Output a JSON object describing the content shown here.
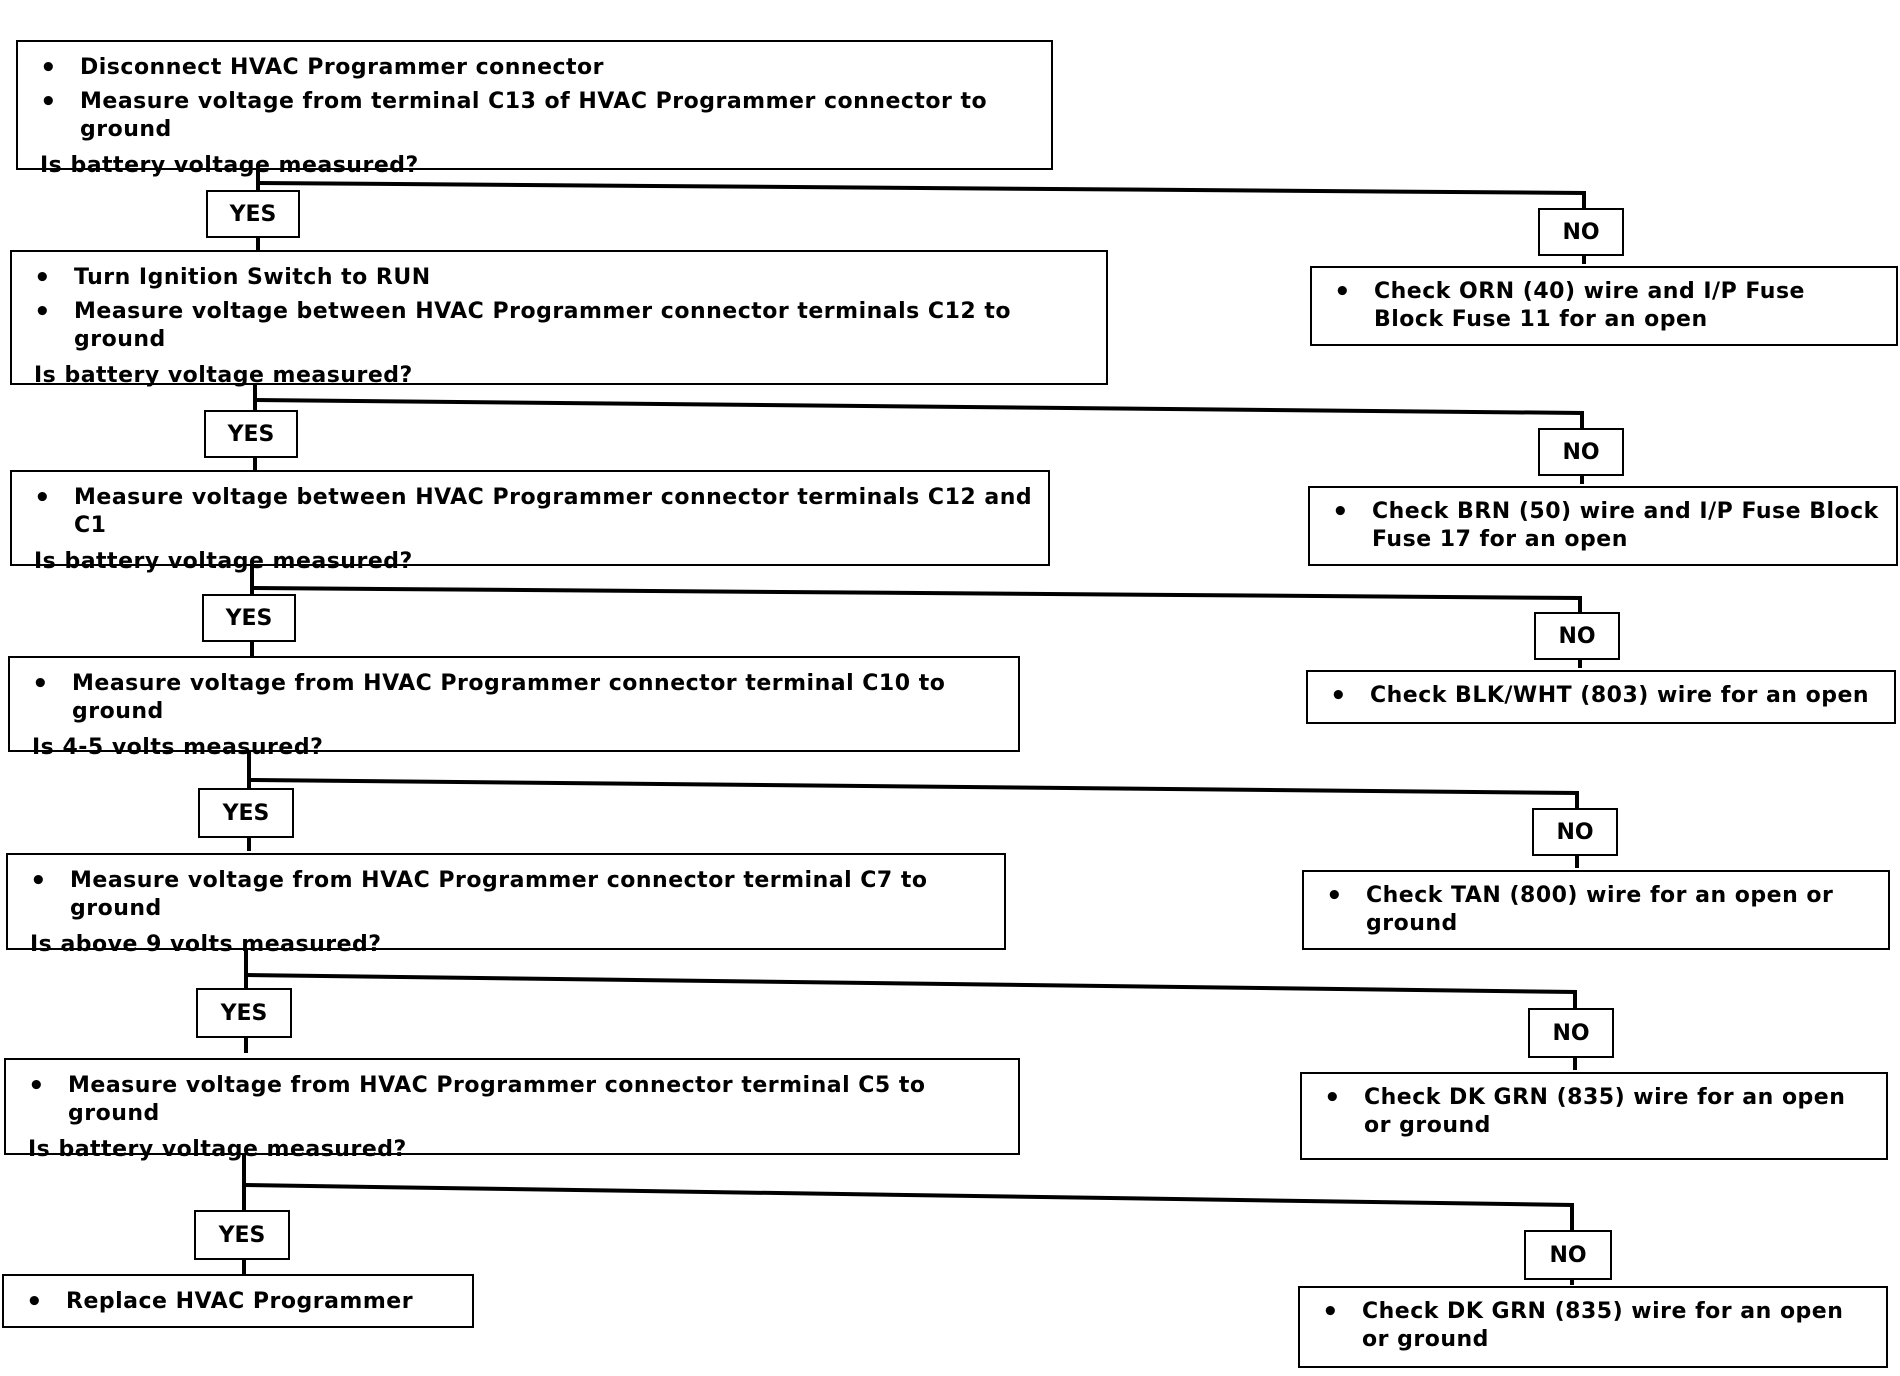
{
  "steps": [
    {
      "bullets": [
        "Disconnect HVAC Programmer connector",
        "Measure voltage from terminal C13 of HVAC Programmer connector to ground"
      ],
      "question": "Is battery voltage measured?",
      "yes": "YES",
      "no": "NO",
      "no_action": "Check ORN (40) wire and I/P Fuse Block Fuse 11 for an open"
    },
    {
      "bullets": [
        "Turn Ignition Switch to RUN",
        "Measure voltage between HVAC Programmer connector terminals C12  to ground"
      ],
      "question": "Is battery voltage measured?",
      "yes": "YES",
      "no": "NO",
      "no_action": "Check BRN (50) wire and I/P Fuse Block Fuse 17 for an open"
    },
    {
      "bullets": [
        "Measure voltage between HVAC Programmer connector terminals C12 and C1"
      ],
      "question": "Is battery voltage measured?",
      "yes": "YES",
      "no": "NO",
      "no_action": "Check BLK/WHT (803) wire for an open"
    },
    {
      "bullets": [
        "Measure voltage from HVAC Programmer connector terminal C10 to ground"
      ],
      "question": "Is 4-5 volts measured?",
      "yes": "YES",
      "no": "NO",
      "no_action": "Check TAN (800) wire for an open or ground"
    },
    {
      "bullets": [
        "Measure voltage from HVAC Programmer connector terminal  C7 to ground"
      ],
      "question": "Is above 9 volts measured?",
      "yes": "YES",
      "no": "NO",
      "no_action": "Check DK GRN (835) wire for an open or ground"
    },
    {
      "bullets": [
        "Measure voltage from HVAC Programmer connector terminal  C5 to ground"
      ],
      "question": "Is battery voltage measured?",
      "yes": "YES",
      "no": "NO",
      "no_action": "Check DK GRN (835) wire for an open or ground"
    }
  ],
  "final_action": "Replace HVAC Programmer"
}
